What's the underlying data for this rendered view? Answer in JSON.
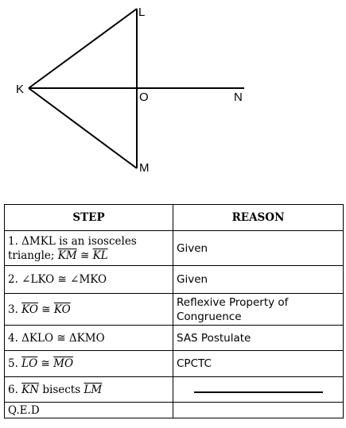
{
  "diagram": {
    "points": {
      "K": "K",
      "L": "L",
      "M": "M",
      "O": "O",
      "N": "N"
    }
  },
  "table": {
    "headers": {
      "step": "STEP",
      "reason": "REASON"
    },
    "rows": [
      {
        "step": {
          "prefix": "1. ΔMKL is an isosceles triangle; ",
          "seg1": "KM",
          "rel": " ≅ ",
          "seg2": "KL",
          "suffix": ""
        },
        "reason": "Given"
      },
      {
        "step": {
          "prefix": "2. ∠LKO ≅ ∠MKO",
          "seg1": "",
          "rel": "",
          "seg2": "",
          "suffix": ""
        },
        "reason": "Given"
      },
      {
        "step": {
          "prefix": "3. ",
          "seg1": "KO",
          "rel": " ≅ ",
          "seg2": "KO",
          "suffix": ""
        },
        "reason": "Reflexive Property of Congruence"
      },
      {
        "step": {
          "prefix": "4.  ΔKLO  ≅  ΔKMO",
          "seg1": "",
          "rel": "",
          "seg2": "",
          "suffix": ""
        },
        "reason": "SAS Postulate"
      },
      {
        "step": {
          "prefix": "5.  ",
          "seg1": "LO",
          "rel": " ≅ ",
          "seg2": "MO",
          "suffix": ""
        },
        "reason": "CPCTC"
      },
      {
        "step": {
          "prefix": "6. ",
          "seg1": "KN",
          "rel": " bisects ",
          "seg2": "LM",
          "suffix": ""
        },
        "reason": ""
      },
      {
        "step": {
          "prefix": "Q.E.D",
          "seg1": "",
          "rel": "",
          "seg2": "",
          "suffix": ""
        },
        "reason": ""
      }
    ]
  }
}
